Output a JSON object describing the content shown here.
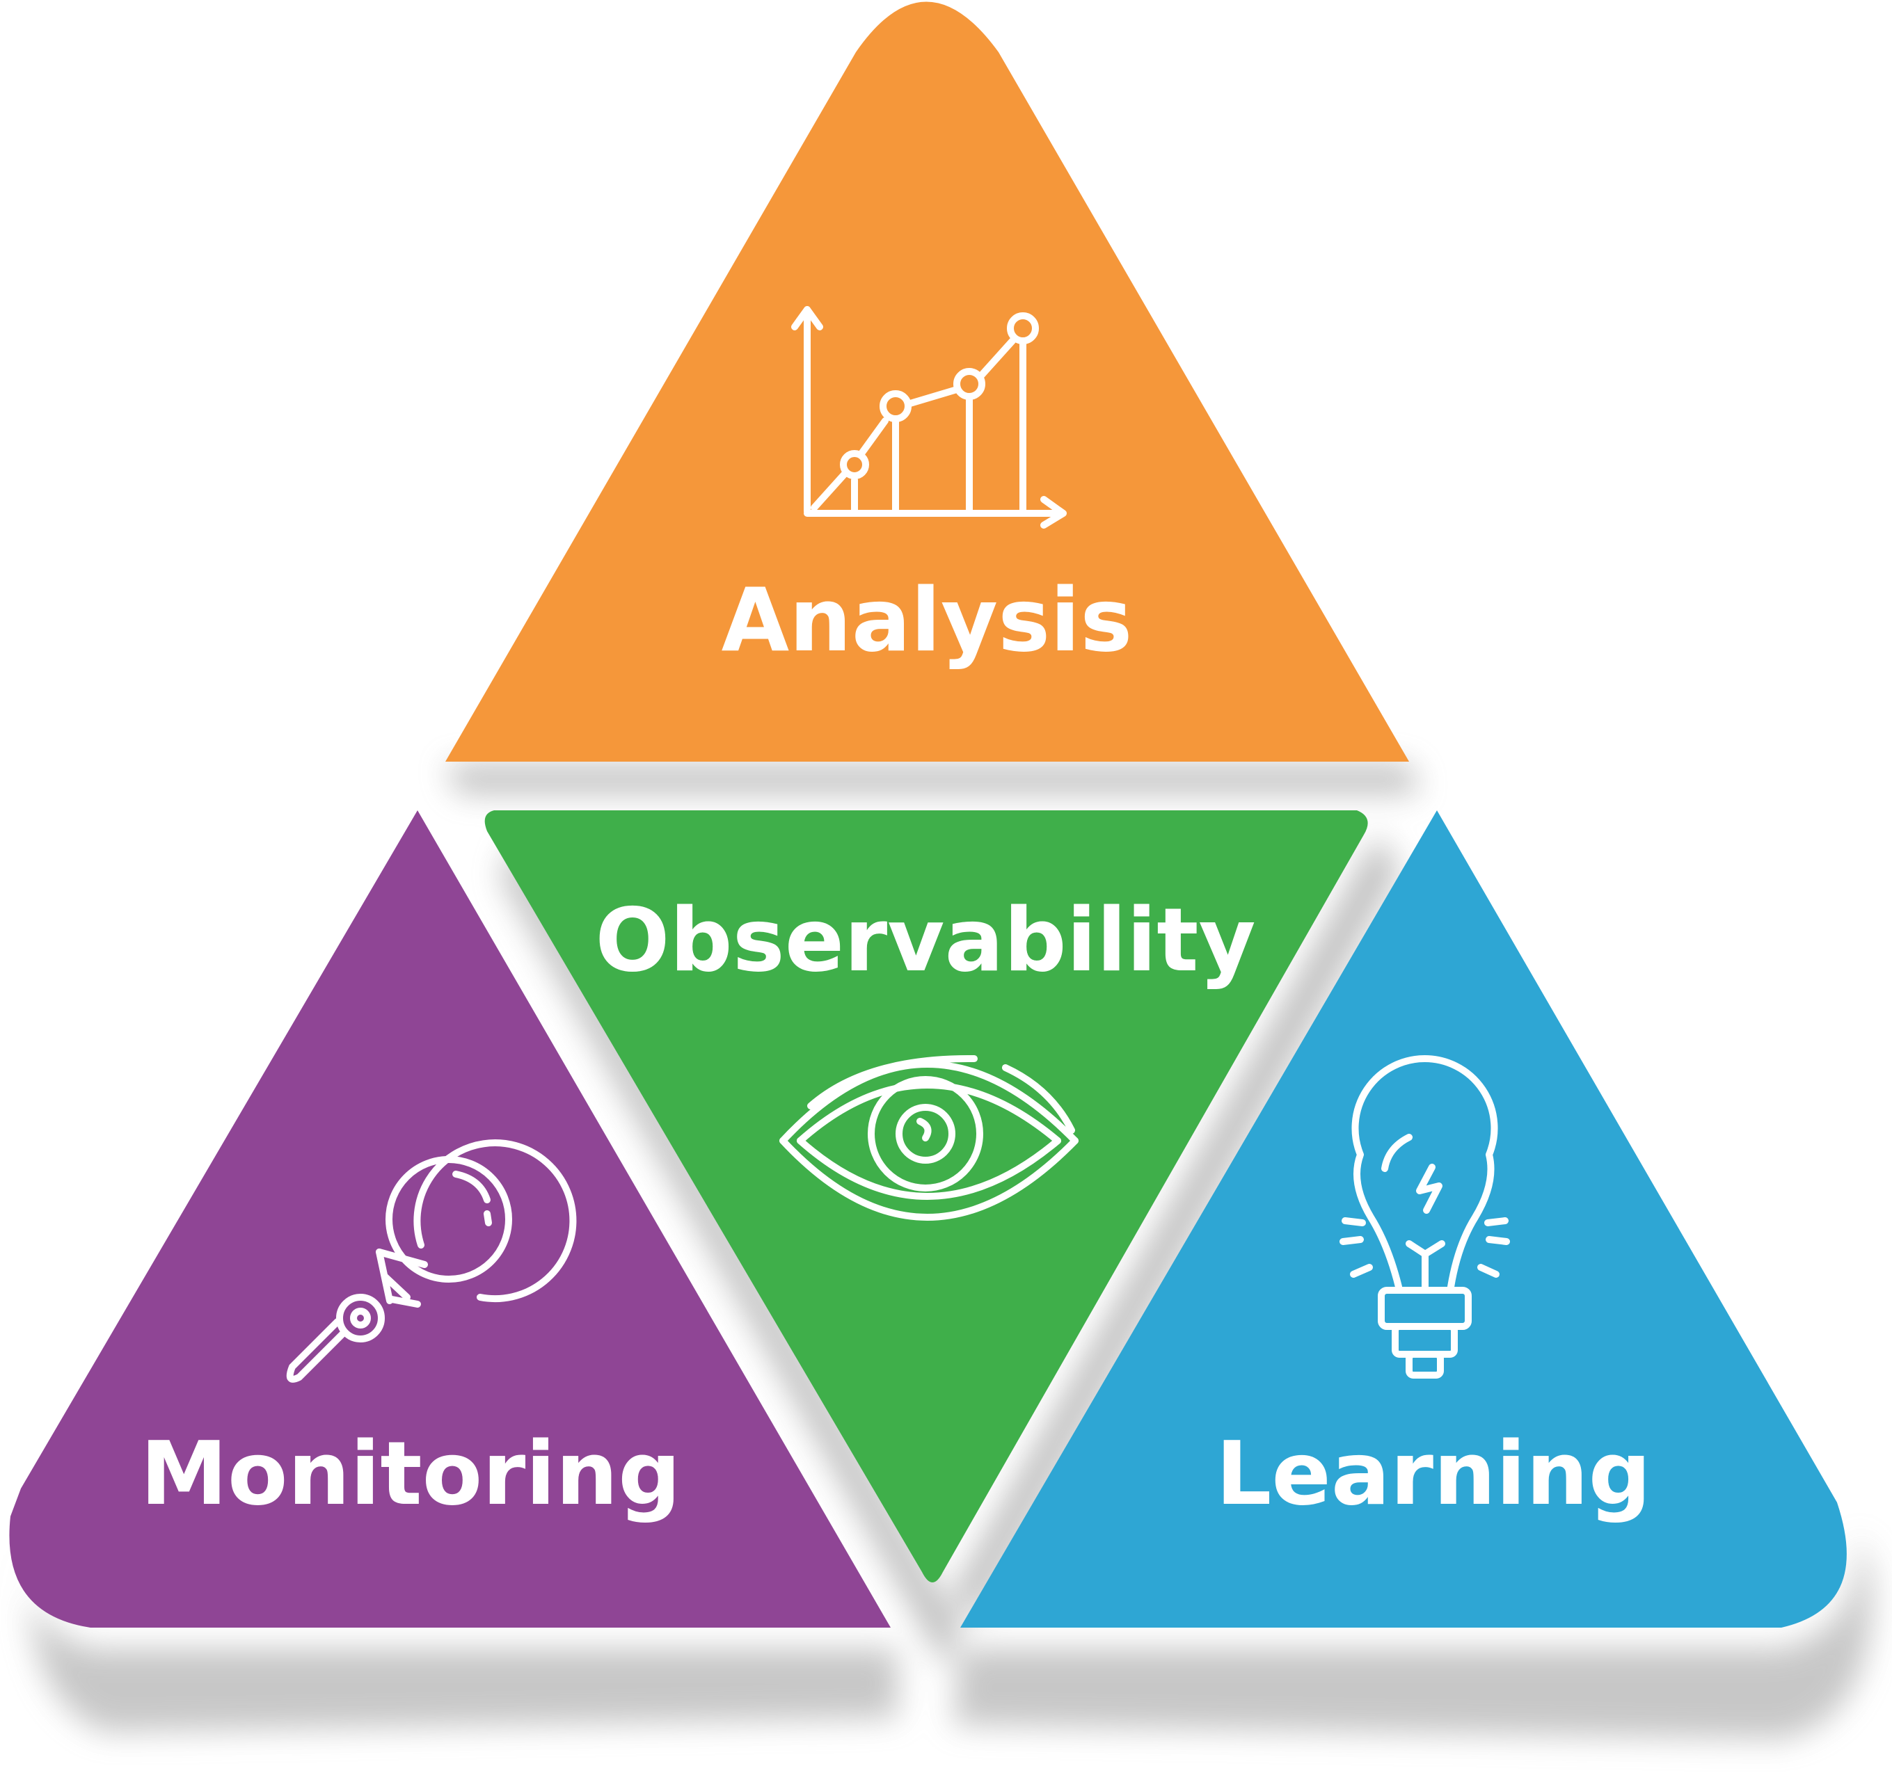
{
  "segments": {
    "top": {
      "label": "Analysis",
      "color": "#F5973A",
      "icon": "line-chart-icon"
    },
    "left": {
      "label": "Monitoring",
      "color": "#8F4595",
      "icon": "magnifying-glass-icon"
    },
    "center": {
      "label": "Observability",
      "color": "#3FAF4A",
      "icon": "eye-icon"
    },
    "right": {
      "label": "Learning",
      "color": "#2EA6D4",
      "icon": "light-bulb-icon"
    }
  },
  "colors": {
    "shadow": "#9a9a9a",
    "icon_line": "#ffffff",
    "background": "#ffffff"
  }
}
